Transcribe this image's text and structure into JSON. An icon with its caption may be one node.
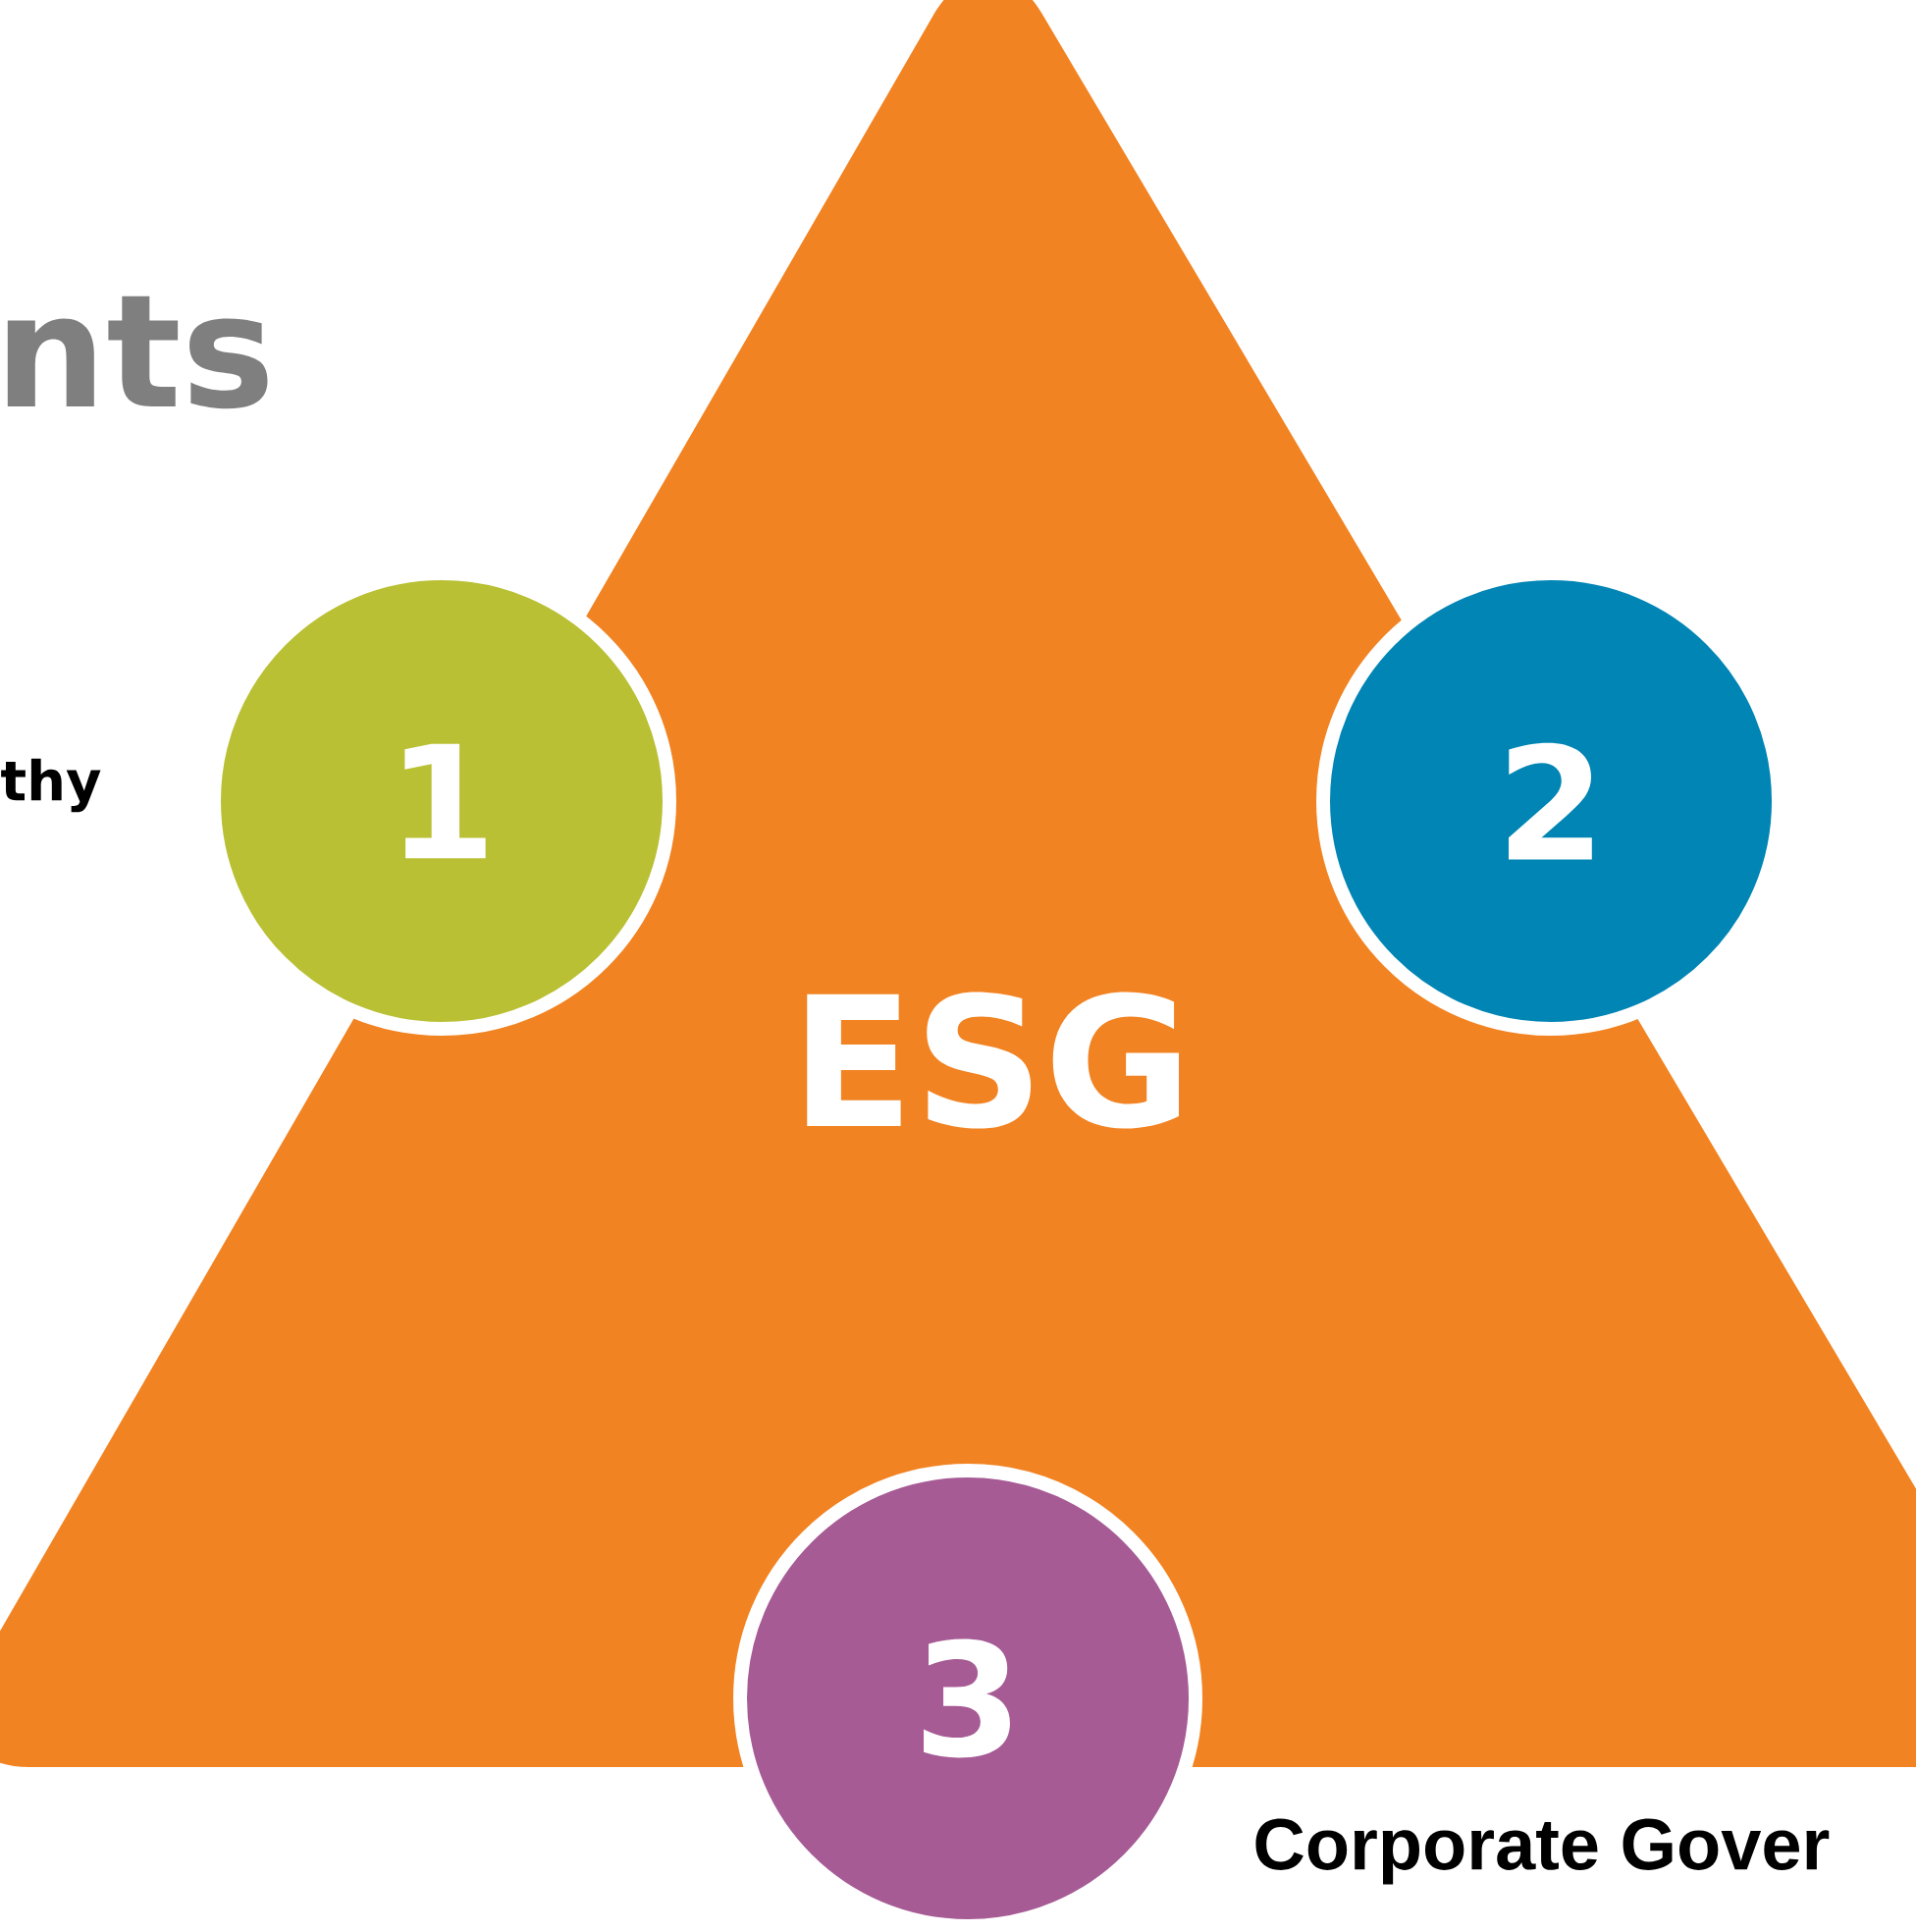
{
  "diagram": {
    "title": "nts",
    "nodes": [
      {
        "text": [
          "ESG"
        ]
      },
      {
        "text": [
          "1"
        ]
      },
      {
        "text": [
          "2"
        ]
      },
      {
        "text": [
          "3"
        ]
      }
    ],
    "labels": [
      "thy",
      "Corporate Gover"
    ]
  }
}
